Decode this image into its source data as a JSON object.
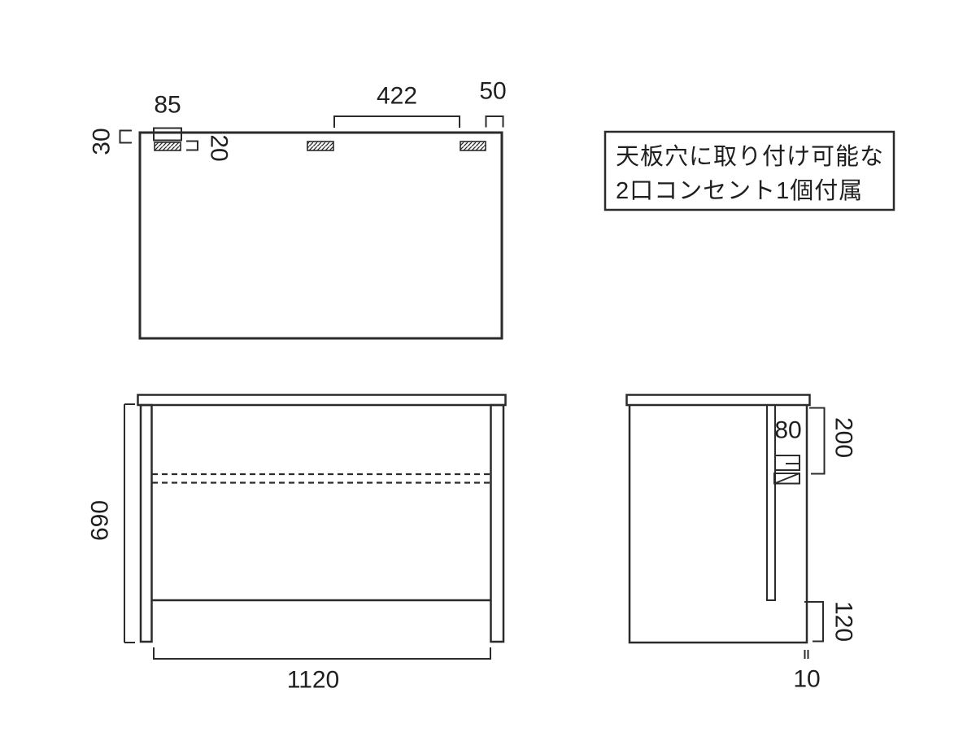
{
  "canvas": {
    "background": "#ffffff",
    "line_color": "#2b2b2b",
    "text_color": "#1f1f1f"
  },
  "note_box": {
    "line1": "天板穴に取り付け可能な",
    "line2": "2口コンセント1個付属"
  },
  "top_view": {
    "outlet_width": "85",
    "outlet_depth": "30",
    "slot_depth": "20",
    "slot_span": "422",
    "slot_edge_gap": "50"
  },
  "front_view": {
    "height": "690",
    "inner_width": "1120"
  },
  "side_view": {
    "outlet_width": "80",
    "outlet_offset": "200",
    "base_height": "120",
    "panel_thickness": "10"
  }
}
